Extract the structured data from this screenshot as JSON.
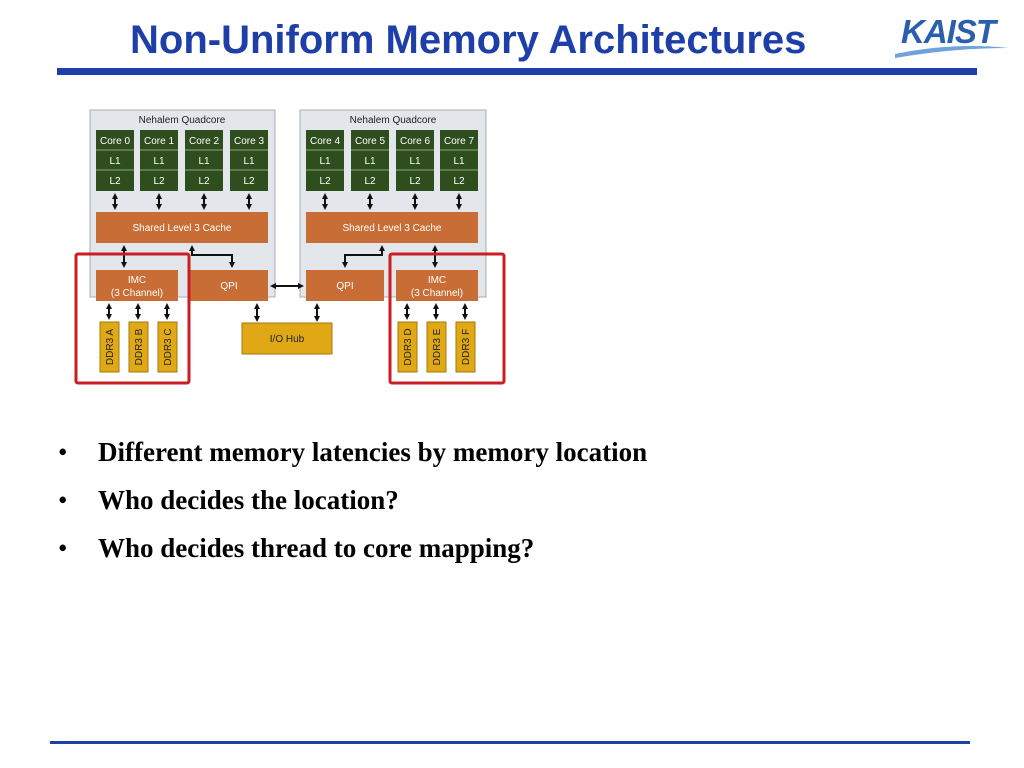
{
  "slide": {
    "title": "Non-Uniform Memory Architectures",
    "logo_text": "KAIST"
  },
  "diagram": {
    "left_socket": {
      "label": "Nehalem Quadcore",
      "cores": [
        {
          "core": "Core 0",
          "l1": "L1",
          "l2": "L2"
        },
        {
          "core": "Core 1",
          "l1": "L1",
          "l2": "L2"
        },
        {
          "core": "Core 2",
          "l1": "L1",
          "l2": "L2"
        },
        {
          "core": "Core 3",
          "l1": "L1",
          "l2": "L2"
        }
      ],
      "l3": "Shared Level 3 Cache",
      "imc_line1": "IMC",
      "imc_line2": "(3 Channel)",
      "qpi": "QPI",
      "ddr": [
        "DDR3 A",
        "DDR3 B",
        "DDR3 C"
      ]
    },
    "right_socket": {
      "label": "Nehalem Quadcore",
      "cores": [
        {
          "core": "Core 4",
          "l1": "L1",
          "l2": "L2"
        },
        {
          "core": "Core 5",
          "l1": "L1",
          "l2": "L2"
        },
        {
          "core": "Core 6",
          "l1": "L1",
          "l2": "L2"
        },
        {
          "core": "Core 7",
          "l1": "L1",
          "l2": "L2"
        }
      ],
      "l3": "Shared Level 3 Cache",
      "imc_line1": "IMC",
      "imc_line2": "(3 Channel)",
      "qpi": "QPI",
      "ddr": [
        "DDR3 D",
        "DDR3 E",
        "DDR3 F"
      ]
    },
    "io_hub": "I/O Hub",
    "colors": {
      "core": "#2e4e1e",
      "cache": "#c86d35",
      "ddr": "#e0a815",
      "socket_bg": "#e3e6eb",
      "highlight": "#c81e24"
    }
  },
  "bullets": [
    "Different memory latencies by memory location",
    "Who decides the location?",
    "Who decides thread to core mapping?"
  ]
}
